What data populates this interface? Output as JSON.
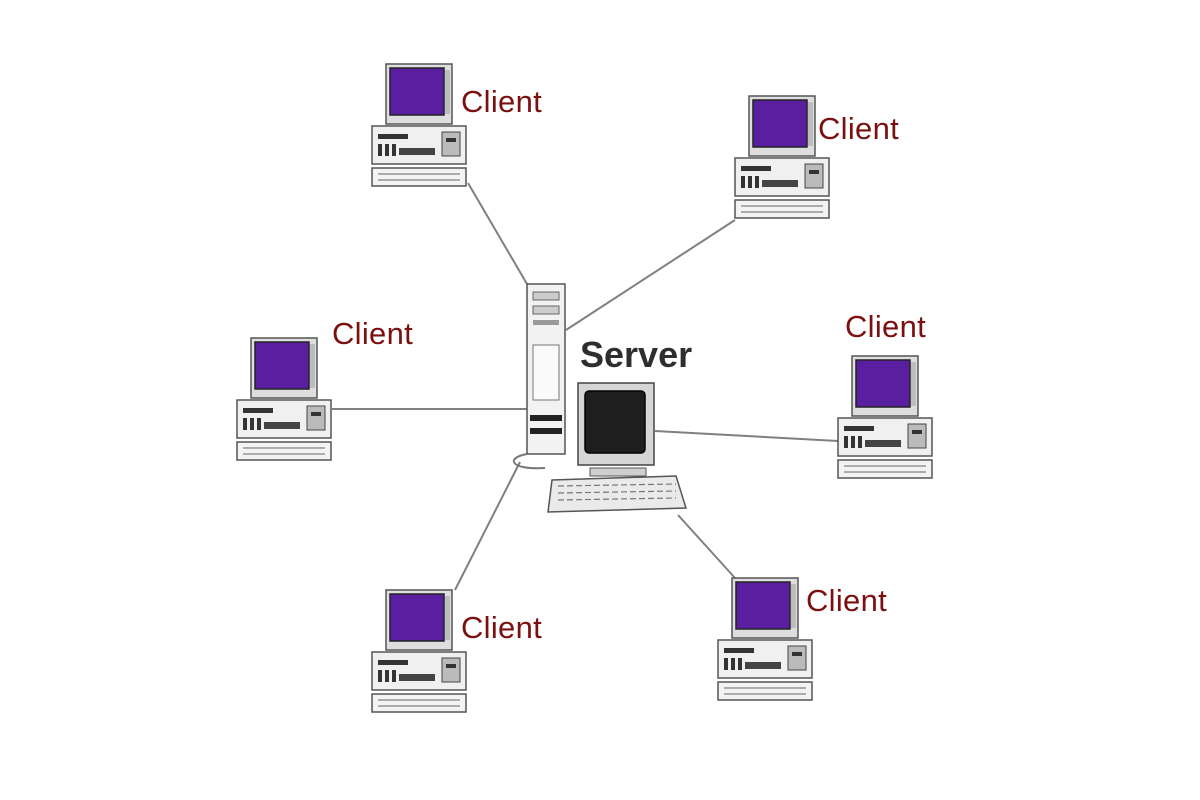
{
  "diagram": {
    "server": {
      "label": "Server",
      "icon": "server-workstation-icon"
    },
    "clients": [
      {
        "label": "Client",
        "icon": "client-computer-icon"
      },
      {
        "label": "Client",
        "icon": "client-computer-icon"
      },
      {
        "label": "Client",
        "icon": "client-computer-icon"
      },
      {
        "label": "Client",
        "icon": "client-computer-icon"
      },
      {
        "label": "Client",
        "icon": "client-computer-icon"
      },
      {
        "label": "Client",
        "icon": "client-computer-icon"
      }
    ],
    "colors": {
      "client_label": "#7a1010",
      "server_label": "#2e2e2e",
      "client_screen": "#5a1fa0",
      "connection_line": "#808080",
      "background": "#ffffff"
    }
  }
}
